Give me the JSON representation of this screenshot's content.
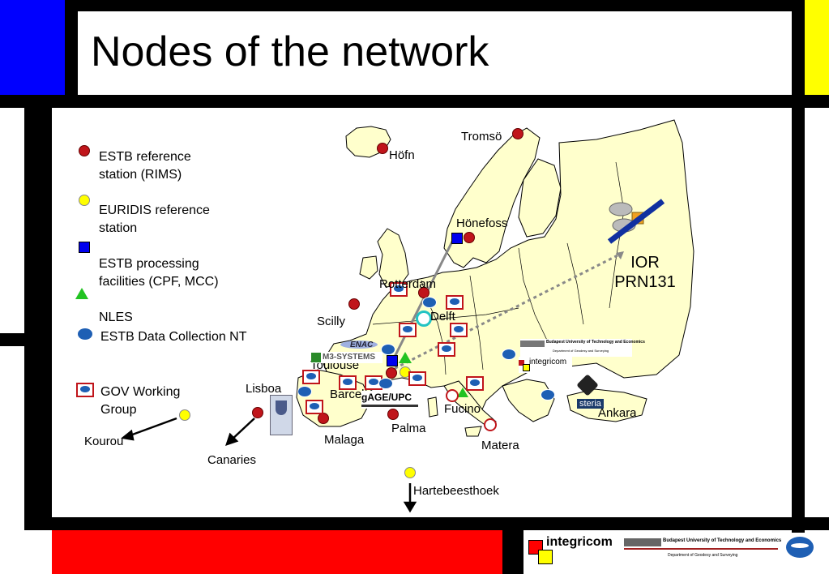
{
  "slide": {
    "title": "Nodes of the network"
  },
  "legend": {
    "rims": "ESTB reference station (RIMS)",
    "euridis": "EURIDIS reference station",
    "processing": "ESTB processing facilities (CPF, MCC)",
    "nles": "NLES",
    "data_collection": "ESTB Data Collection NT",
    "gov_group": "GOV Working Group"
  },
  "cities": {
    "tromso": "Tromsö",
    "hofn": "Höfn",
    "honefoss": "Hönefoss",
    "rotterdam": "Rotterdam",
    "delft": "Delft",
    "scilly": "Scilly",
    "toulouse": "Toulouse",
    "lisboa": "Lisboa",
    "barcelona": "Barcelona",
    "fucino": "Fucino",
    "palma": "Palma",
    "malaga": "Malaga",
    "matera": "Matera",
    "ankara": "Ankara",
    "kourou": "Kourou",
    "canaries": "Canaries",
    "hartebeesthoek": "Hartebeesthoek"
  },
  "satellite": {
    "name": "IOR",
    "prn": "PRN131"
  },
  "logos": {
    "enac": "ENAC",
    "m3": "M3-SYSTEMS",
    "gage": "gAGE/UPC",
    "integricom": "integricom",
    "steria": "steria",
    "bute": "Budapest University of Technology and Economics",
    "bute_dept": "Department of Geodesy and Surveying"
  },
  "colors": {
    "rims": "#c0151b",
    "euridis": "#ffff00",
    "processing": "#0000ee",
    "nles": "#22c322",
    "land": "#ffffcc",
    "frame": "#000000",
    "blue_block": "#0000ff",
    "yellow_block": "#ffff00",
    "red_block": "#ff0000"
  }
}
